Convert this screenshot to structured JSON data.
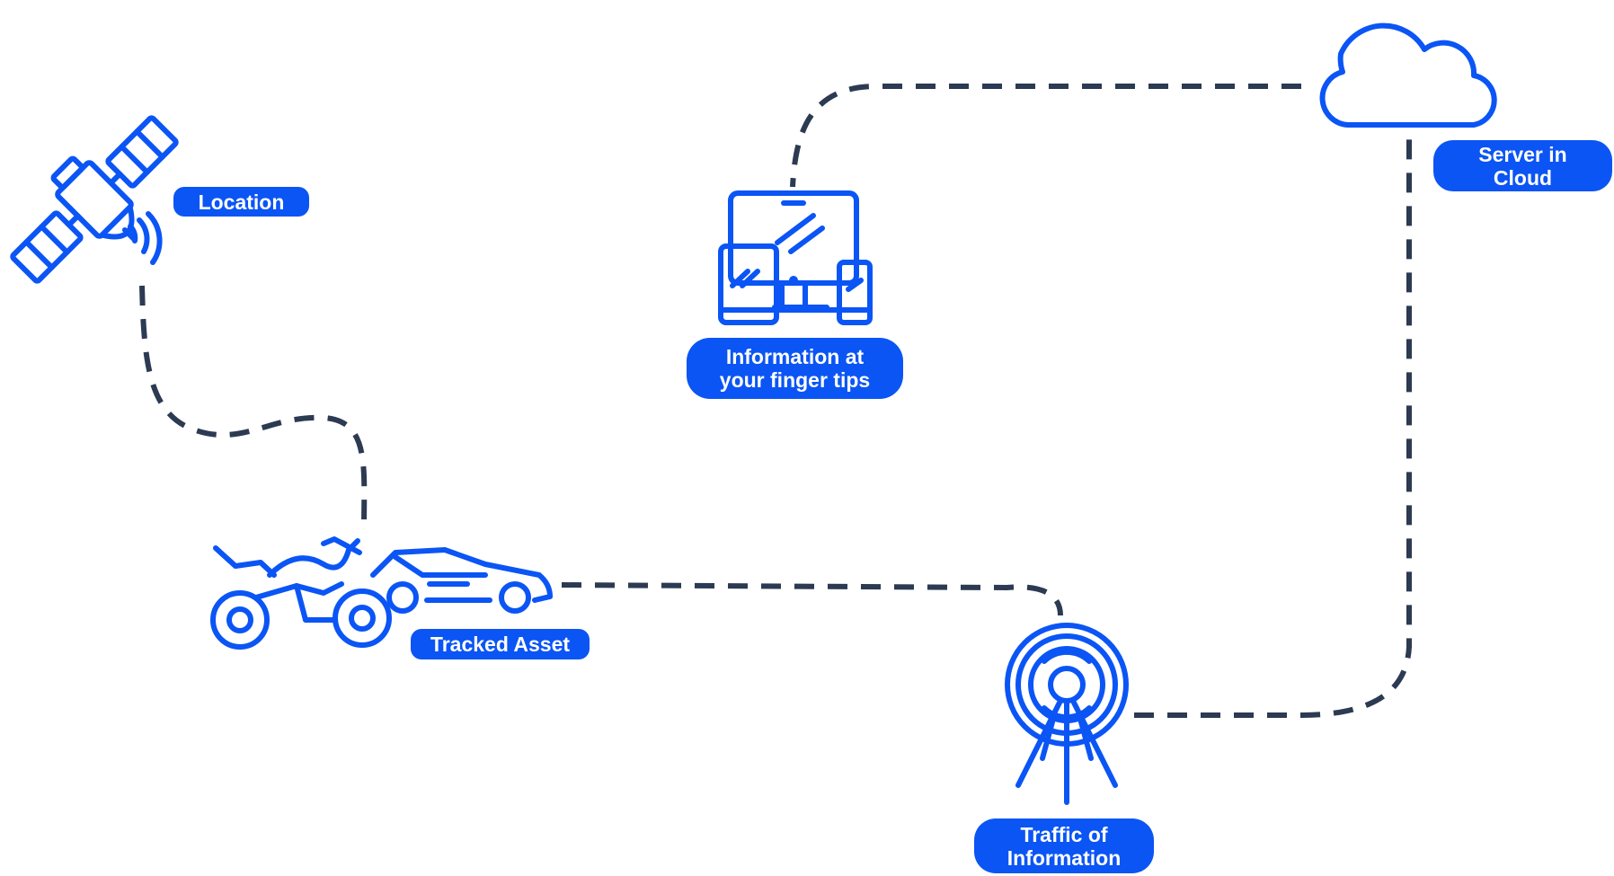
{
  "colors": {
    "accent": "#0b55f5",
    "connector": "#2c3a52",
    "label_text": "#ffffff",
    "background": "#ffffff"
  },
  "nodes": {
    "location": {
      "label": "Location",
      "icon": "satellite-icon"
    },
    "tracked_asset": {
      "label": "Tracked Asset",
      "icon": "motorcycle-car-icon"
    },
    "information": {
      "label_line1": "Information at",
      "label_line2": "your finger tips",
      "icon": "devices-icon"
    },
    "server": {
      "label_line1": "Server in",
      "label_line2": "Cloud",
      "icon": "cloud-icon"
    },
    "traffic": {
      "label_line1": "Traffic of",
      "label_line2": "Information",
      "icon": "radio-tower-icon"
    }
  },
  "connectors": [
    {
      "from": "location",
      "to": "tracked_asset",
      "style": "dashed"
    },
    {
      "from": "tracked_asset",
      "to": "traffic",
      "style": "dashed"
    },
    {
      "from": "traffic",
      "to": "server",
      "style": "dashed"
    },
    {
      "from": "server",
      "to": "information",
      "style": "dashed"
    }
  ]
}
